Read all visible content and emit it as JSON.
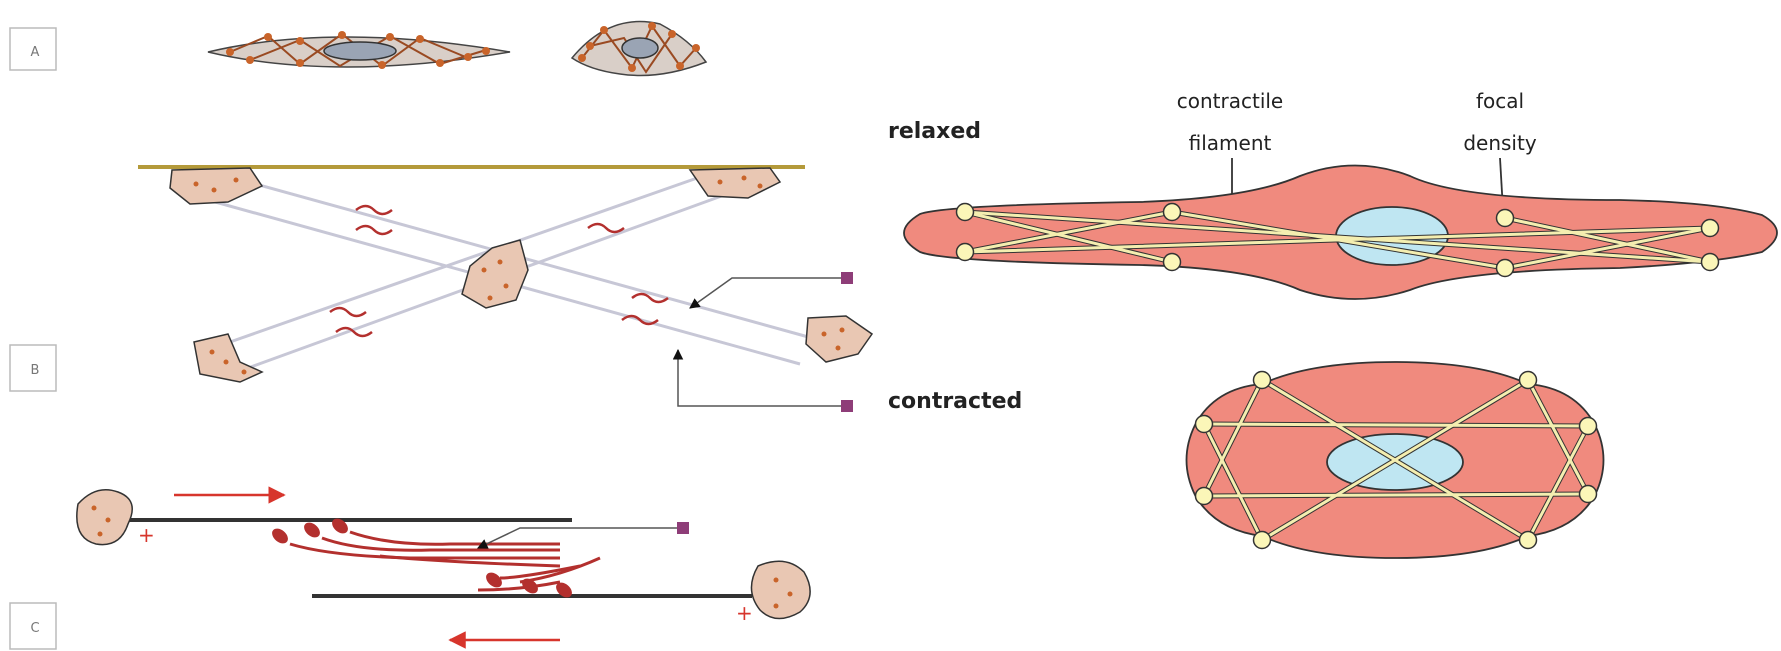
{
  "panels": {
    "a_label": "A",
    "b_label": "B",
    "c_label": "C"
  },
  "right": {
    "relaxed_label": "relaxed",
    "contracted_label": "contracted",
    "filament_label_line1": "contractile",
    "filament_label_line2": "filament",
    "density_label_line1": "focal",
    "density_label_line2": "density"
  },
  "colors": {
    "cell_fill": "#f08a7e",
    "nucleus_fill": "#bfe6f2",
    "filament": "#f4eeb0",
    "node": "#fbf6b8",
    "dense_body": "#e9c7b3",
    "dense_dots": "#c9642a",
    "myosin": "#b3302e",
    "marker": "#8e3d78",
    "arrow_red": "#d7352c",
    "membrane": "#b49a3a"
  }
}
